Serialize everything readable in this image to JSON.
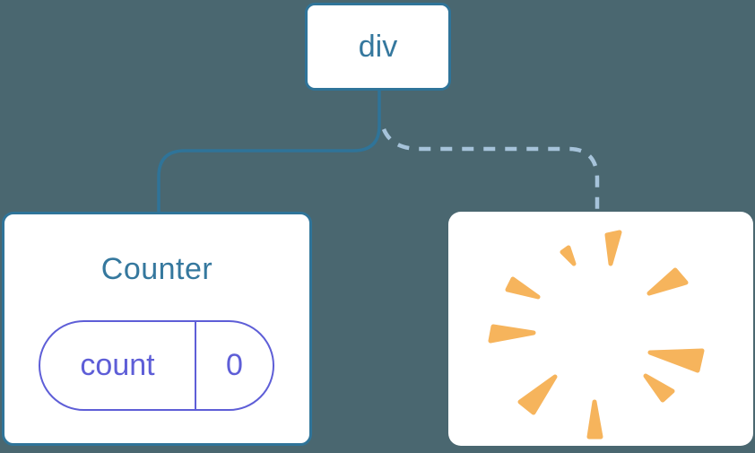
{
  "diagram": {
    "background_color": "#4A6770",
    "root_node": {
      "label": "div"
    },
    "edges": {
      "solid": {
        "color": "#2F7499"
      },
      "dashed": {
        "color": "#A6C3DA"
      }
    },
    "counter_card": {
      "title": "Counter",
      "title_color": "#35789E",
      "border_color": "#2F7499",
      "state_pill": {
        "key": "count",
        "value": "0",
        "color": "#5E5ED7"
      }
    },
    "removed_card": {
      "icon": "poof-burst",
      "burst_color": "#F6B45C"
    }
  }
}
